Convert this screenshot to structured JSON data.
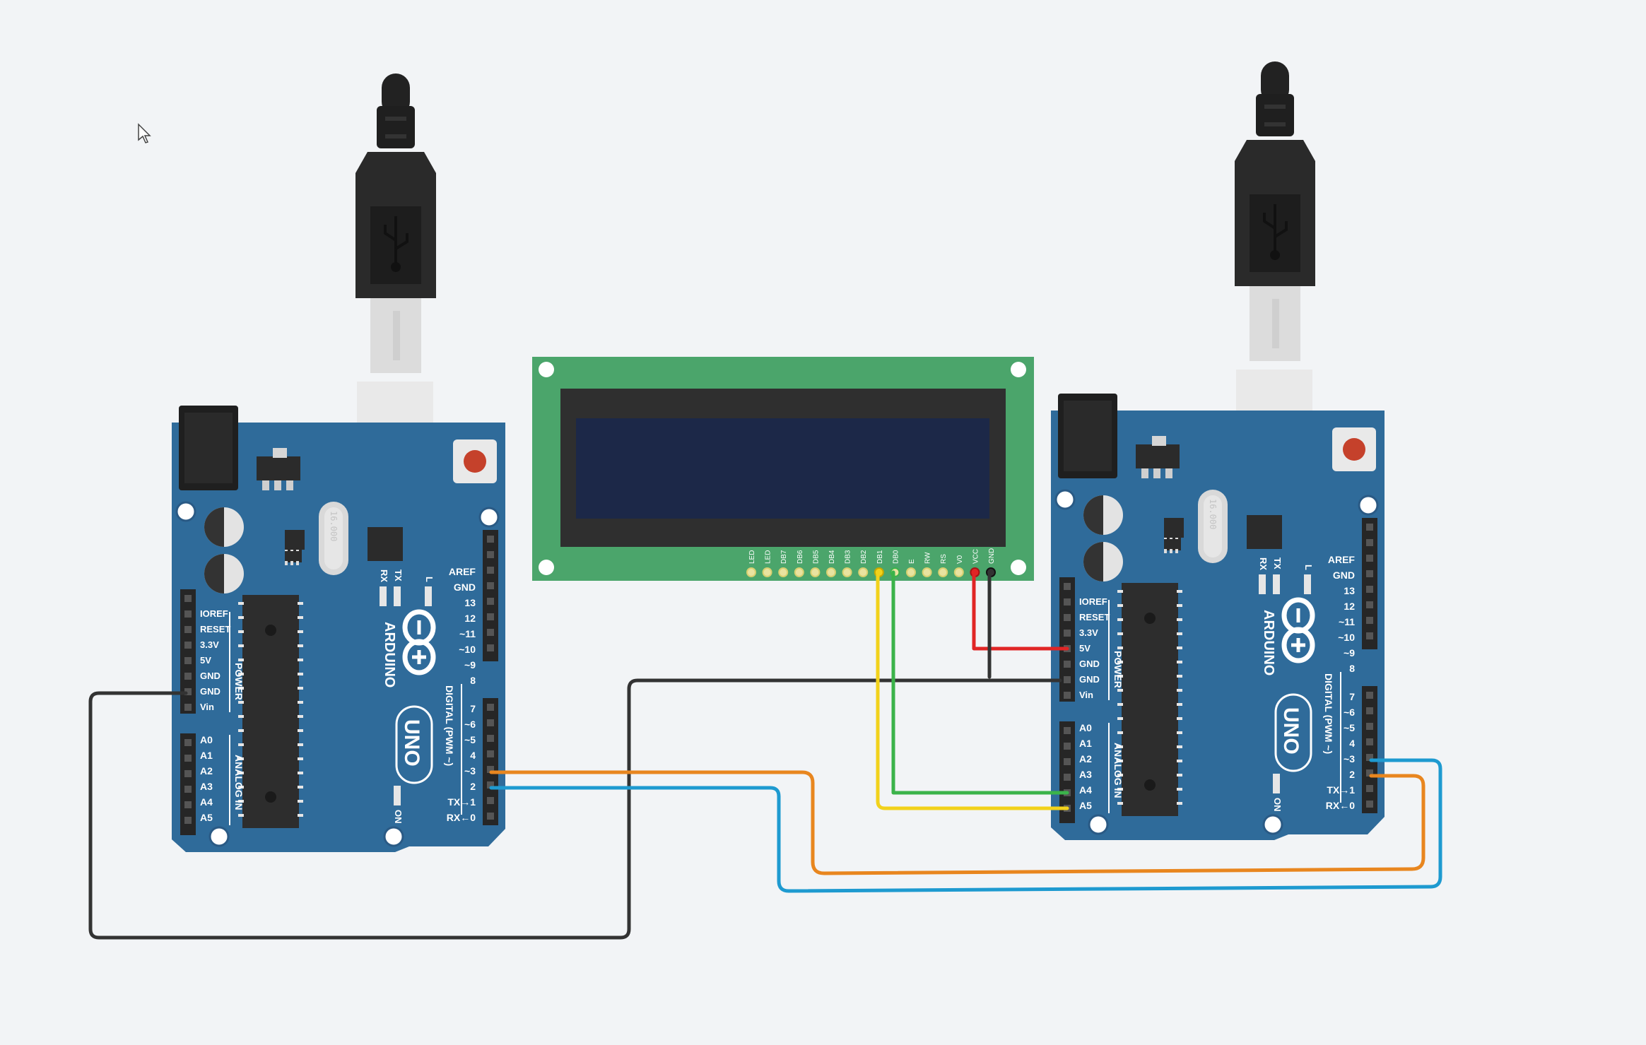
{
  "board_left": {
    "brand": "ARDUINO",
    "model": "UNO",
    "crystal": "16.000",
    "led_rx": "RX",
    "led_tx": "TX",
    "led_l": "L",
    "led_on": "ON",
    "power_label": "POWER",
    "analog_label": "ANALOG IN",
    "digital_label": "DIGITAL (PWM ~)",
    "power_pins": [
      "IOREF",
      "RESET",
      "3.3V",
      "5V",
      "GND",
      "GND",
      "Vin"
    ],
    "analog_pins": [
      "A0",
      "A1",
      "A2",
      "A3",
      "A4",
      "A5"
    ],
    "digital_upper": [
      "AREF",
      "GND",
      "13",
      "12",
      "~11",
      "~10",
      "~9",
      "8"
    ],
    "digital_lower": [
      "7",
      "~6",
      "~5",
      "4",
      "~3",
      "2",
      "TX→1",
      "RX←0"
    ]
  },
  "board_right": {
    "brand": "ARDUINO",
    "model": "UNO",
    "crystal": "16.000",
    "led_rx": "RX",
    "led_tx": "TX",
    "led_l": "L",
    "led_on": "ON",
    "power_label": "POWER",
    "analog_label": "ANALOG IN",
    "digital_label": "DIGITAL (PWM ~)",
    "power_pins": [
      "IOREF",
      "RESET",
      "3.3V",
      "5V",
      "GND",
      "GND",
      "Vin"
    ],
    "analog_pins": [
      "A0",
      "A1",
      "A2",
      "A3",
      "A4",
      "A5"
    ],
    "digital_upper": [
      "AREF",
      "GND",
      "13",
      "12",
      "~11",
      "~10",
      "~9",
      "8"
    ],
    "digital_lower": [
      "7",
      "~6",
      "~5",
      "4",
      "~3",
      "2",
      "TX→1",
      "RX←0"
    ]
  },
  "lcd": {
    "pins": [
      "LED",
      "LED",
      "DB7",
      "DB6",
      "DB5",
      "DB4",
      "DB3",
      "DB2",
      "DB1",
      "DB0",
      "E",
      "RW",
      "RS",
      "V0",
      "VCC",
      "GND"
    ],
    "board_color": "#4ba56b",
    "screen_color": "#1c2848"
  },
  "wires": [
    {
      "name": "wire-gnd-left",
      "color": "#333333"
    },
    {
      "name": "wire-pin3-left",
      "color": "#e8861f"
    },
    {
      "name": "wire-pin2-left",
      "color": "#1e9ad0"
    },
    {
      "name": "wire-sda",
      "color": "#f2d21b"
    },
    {
      "name": "wire-scl",
      "color": "#3bb34a"
    },
    {
      "name": "wire-vcc",
      "color": "#e02525"
    },
    {
      "name": "wire-gnd-lcd",
      "color": "#333333"
    }
  ],
  "colors": {
    "background": "#f2f4f6",
    "board": "#2f6b9a",
    "usb_body": "#2b2b2b"
  }
}
